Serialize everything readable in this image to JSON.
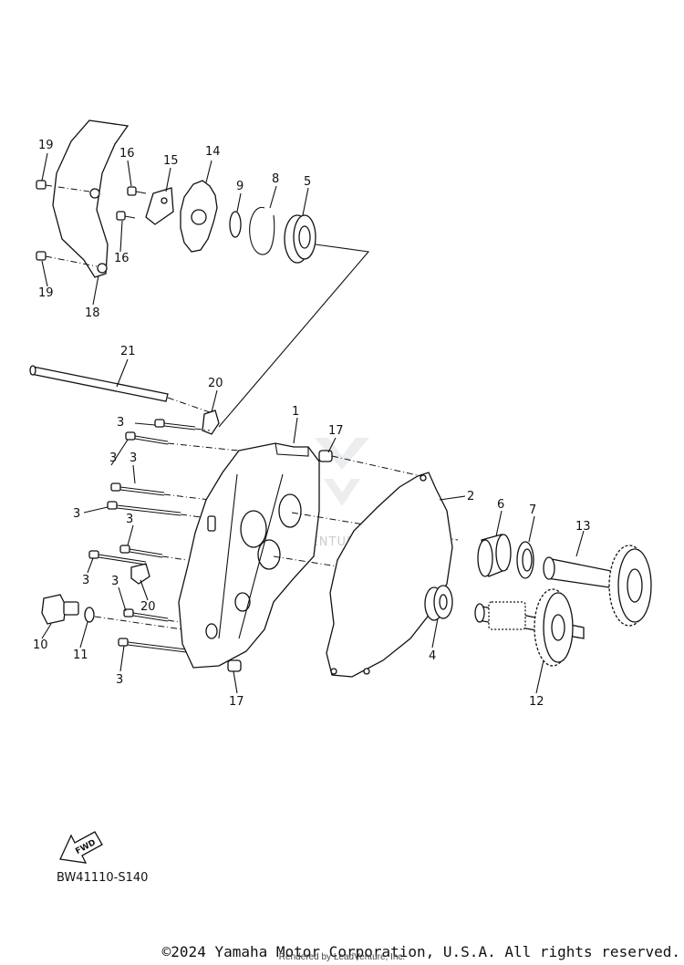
{
  "diagram": {
    "figure_code": "BW41110-S140",
    "fwd_label": "FWD",
    "watermark_text": "ADVENTURE",
    "part_labels": [
      "1",
      "2",
      "3",
      "4",
      "5",
      "6",
      "7",
      "8",
      "9",
      "10",
      "11",
      "12",
      "13",
      "14",
      "15",
      "16",
      "17",
      "18",
      "19",
      "20",
      "21"
    ]
  },
  "footer": {
    "copyright": "©2024 Yamaha Motor Corporation, U.S.A. All rights reserved.",
    "rendered_by": "Rendered by LeadVenture, Inc."
  }
}
